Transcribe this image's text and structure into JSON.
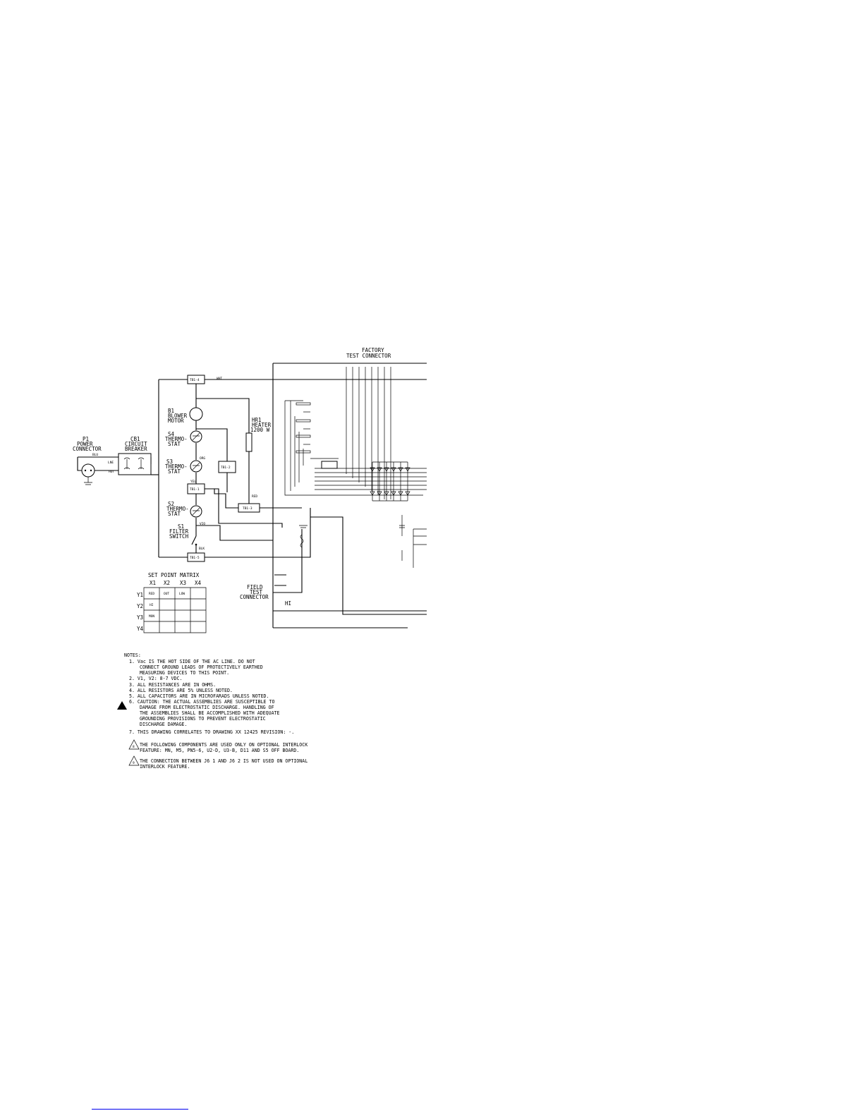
{
  "factory_connector": {
    "line1": "FACTORY",
    "line2": "TEST CONNECTOR"
  },
  "field_connector": {
    "line1": "FIELD",
    "line2": "TEST",
    "line3": "CONNECTOR"
  },
  "components": {
    "p1": {
      "ref": "P1",
      "l1": "POWER",
      "l2": "CONNECTOR"
    },
    "cb1": {
      "ref": "CB1",
      "l1": "CIRCUIT",
      "l2": "BREAKER"
    },
    "b1": {
      "ref": "B1",
      "l1": "BLOWER",
      "l2": "MOTOR"
    },
    "s4": {
      "ref": "S4",
      "l1": "THERMO-",
      "l2": "STAT"
    },
    "s3": {
      "ref": "S3",
      "l1": "THERMO-",
      "l2": "STAT"
    },
    "s2": {
      "ref": "S2",
      "l1": "THERMO-",
      "l2": "STAT"
    },
    "s1": {
      "ref": "S1",
      "l1": "FILTER",
      "l2": "SWITCH"
    },
    "hr1": {
      "ref": "HR1",
      "l1": "HEATER",
      "l2": "1200 W"
    }
  },
  "terminal_blocks": {
    "tb1_4": "TB1-4",
    "tb1_1": "TB1-1",
    "tb1_2": "TB1-2",
    "tb1_3": "TB1-3",
    "tb1_5": "TB1-5"
  },
  "wire_labels": {
    "blu": "BLU",
    "lne": "LNE",
    "hot": "HOT",
    "wht": "WHT",
    "org": "ORG",
    "yel": "YEL",
    "red": "RED",
    "vio": "VIO",
    "blk": "BLK",
    "hi": "HI"
  },
  "set_point_matrix": {
    "title": "SET POINT MATRIX",
    "columns": [
      "X1",
      "X2",
      "X3",
      "X4"
    ],
    "rows": [
      "Y1",
      "Y2",
      "Y3",
      "Y4"
    ],
    "cells": [
      [
        "RED",
        "OUT",
        "LOW",
        ""
      ],
      [
        "HI",
        "",
        "",
        ""
      ],
      [
        "MON",
        "",
        "",
        ""
      ],
      [
        "",
        "",
        "",
        ""
      ]
    ]
  },
  "notes": {
    "heading": "NOTES:",
    "items": [
      "1. Vac IS THE HOT SIDE OF THE AC LINE. DO NOT",
      "CONNECT GROUND LEADS OF PROTECTIVELY EARTHED",
      "MEASURING DEVICES TO THIS POINT.",
      "2. V1, V2: 8-7 VDC.",
      "3. ALL RESISTANCES ARE IN OHMS.",
      "4. ALL RESISTORS ARE 5% UNLESS NOTED.",
      "5. ALL CAPACITORS ARE IN MICROFARADS UNLESS NOTED.",
      "6. CAUTION: THE ACTUAL ASSEMBLIES ARE SUSCEPTIBLE TO",
      "DAMAGE FROM ELECTROSTATIC DISCHARGE. HANDLING OF",
      "THE ASSEMBLIES SHALL BE ACCOMPLISHED WITH ADEQUATE",
      "GROUNDING PROVISIONS TO PREVENT ELECTROSTATIC",
      "DISCHARGE DAMAGE.",
      "7. THIS DRAWING CORRELATES TO DRAWING XX 12425 REVISION: -.",
      "THE FOLLOWING COMPONENTS ARE USED ONLY ON OPTIONAL INTERLOCK",
      "FEATURE: MN, M5, PN5-6, U2-D, U3-B, D11 AND S5 OFF BOARD.",
      "THE CONNECTION BETWEEN J6 1 AND J6 2 IS NOT USED ON OPTIONAL",
      "INTERLOCK FEATURE."
    ],
    "markers": [
      "8",
      "9"
    ]
  }
}
